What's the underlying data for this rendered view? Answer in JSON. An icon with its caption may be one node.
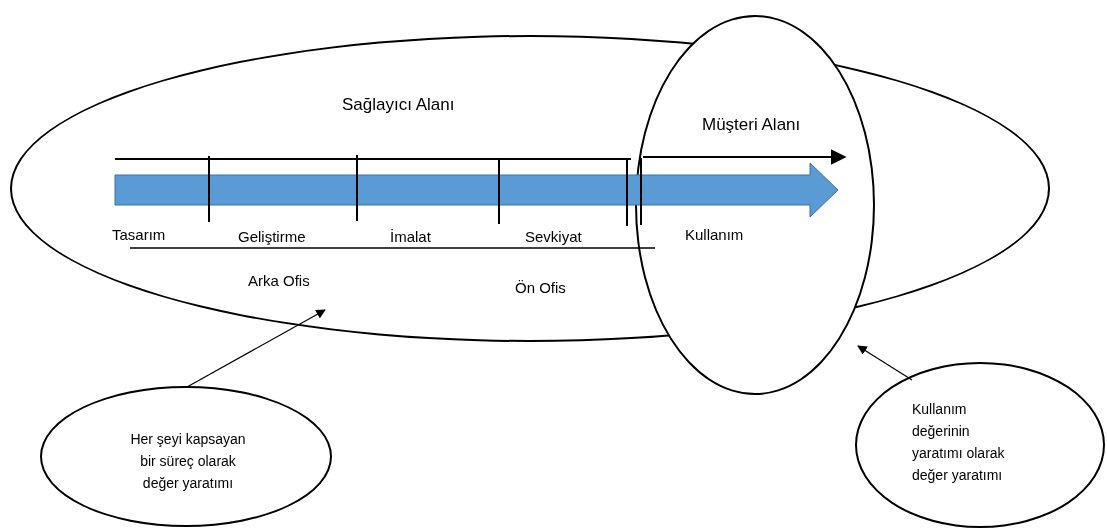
{
  "diagram": {
    "nodes": [
      {
        "text": [
          "Sağlayıcı Alanı"
        ]
      },
      {
        "text": [
          "Müşteri Alanı"
        ]
      },
      {
        "text": [
          "Her şeyi kapsayan bir süreç olarak değer yaratımı"
        ]
      },
      {
        "text": [
          "Kullanım değerinin yaratımı olarak değer yaratımı"
        ]
      }
    ],
    "edges": [
      {
        "from": 2,
        "to": 0,
        "arrow": "to"
      },
      {
        "from": 3,
        "to": 1,
        "arrow": "to"
      }
    ],
    "labels": [
      "Tasarım",
      "Geliştirme",
      "İmalat",
      "Sevkiyat",
      "Kullanım",
      "Arka Ofis",
      "Ön Ofis"
    ]
  }
}
